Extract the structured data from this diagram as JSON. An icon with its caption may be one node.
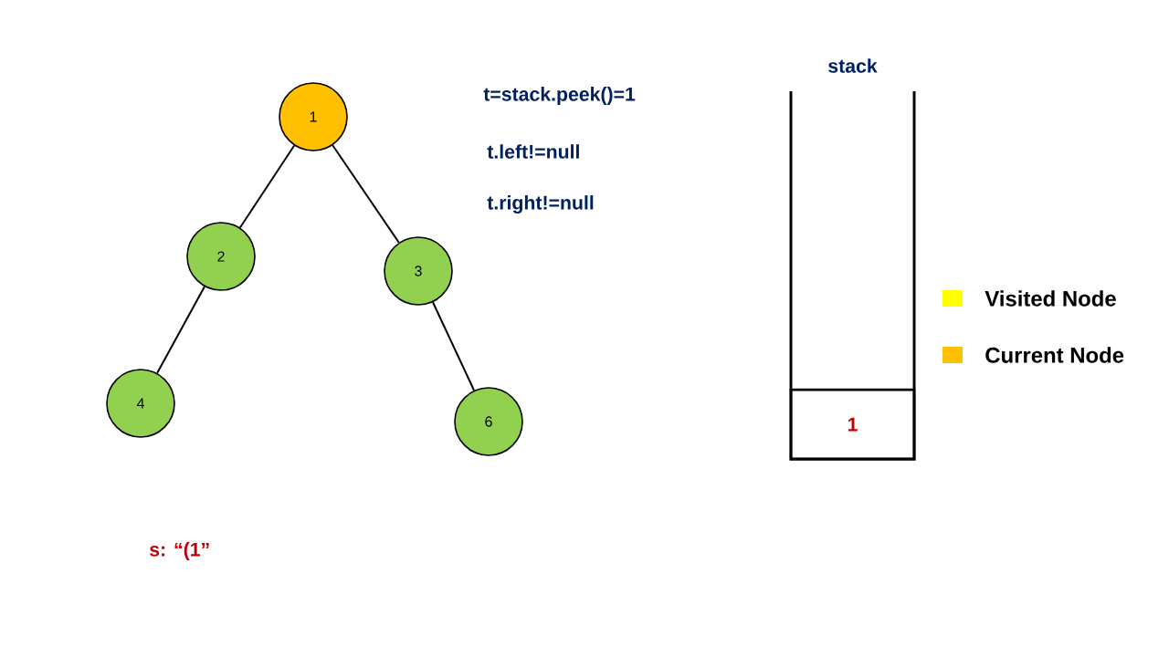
{
  "diagram": {
    "nodes": [
      {
        "text": [
          "1"
        ]
      },
      {
        "text": [
          "2"
        ]
      },
      {
        "text": [
          "3"
        ]
      },
      {
        "text": [
          "4"
        ]
      },
      {
        "text": [
          "6"
        ]
      },
      {
        "text": [
          "stack"
        ]
      },
      {
        "text": [
          "1"
        ],
        "in": 5
      }
    ],
    "edges": [
      {
        "from": 0,
        "to": 1,
        "arrow": "none"
      },
      {
        "from": 0,
        "to": 2,
        "arrow": "none"
      },
      {
        "from": 1,
        "to": 3,
        "arrow": "none"
      },
      {
        "from": 2,
        "to": 4,
        "arrow": "none"
      }
    ],
    "labels": [
      "t=stack.peek()=1",
      "t.left!=null",
      "t.right!=null",
      "s: “(1”"
    ],
    "legend": [
      {
        "text": "Visited Node",
        "color": "#ffff00"
      },
      {
        "text": "Current Node",
        "color": "#ffc000"
      }
    ]
  }
}
